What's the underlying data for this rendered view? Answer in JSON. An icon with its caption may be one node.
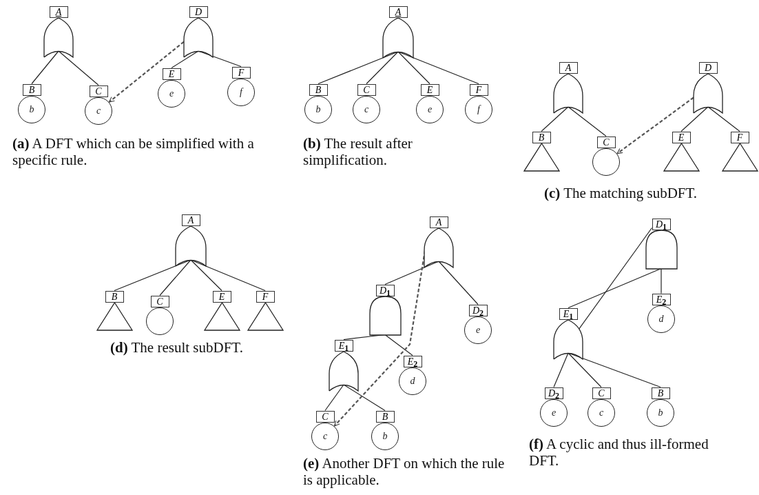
{
  "diagram": {
    "nodes": [
      {
        "text": [
          "A"
        ]
      },
      {
        "text": [
          "B",
          "b"
        ]
      },
      {
        "text": [
          "C",
          "c"
        ]
      },
      {
        "text": [
          "D"
        ]
      },
      {
        "text": [
          "E",
          "e"
        ]
      },
      {
        "text": [
          "F",
          "f"
        ]
      },
      {
        "text": [
          "A"
        ]
      },
      {
        "text": [
          "B",
          "b"
        ]
      },
      {
        "text": [
          "C",
          "c"
        ]
      },
      {
        "text": [
          "E",
          "e"
        ]
      },
      {
        "text": [
          "F",
          "f"
        ]
      },
      {
        "text": [
          "A"
        ]
      },
      {
        "text": [
          "B"
        ]
      },
      {
        "text": [
          "C"
        ]
      },
      {
        "text": [
          "D"
        ]
      },
      {
        "text": [
          "E"
        ]
      },
      {
        "text": [
          "F"
        ]
      },
      {
        "text": [
          "A"
        ]
      },
      {
        "text": [
          "B"
        ]
      },
      {
        "text": [
          "C"
        ]
      },
      {
        "text": [
          "E"
        ]
      },
      {
        "text": [
          "F"
        ]
      },
      {
        "text": [
          "A"
        ]
      },
      {
        "text": [
          "D$_{1}$"
        ]
      },
      {
        "text": [
          "D$_{2}$",
          "e"
        ]
      },
      {
        "text": [
          "E$_{1}$"
        ]
      },
      {
        "text": [
          "E$_{2}$",
          "d"
        ]
      },
      {
        "text": [
          "C",
          "c"
        ]
      },
      {
        "text": [
          "B",
          "b"
        ]
      },
      {
        "text": [
          "D$_{1}$"
        ]
      },
      {
        "text": [
          "E$_{1}$"
        ]
      },
      {
        "text": [
          "E$_{2}$",
          "d"
        ]
      },
      {
        "text": [
          "D$_{2}$",
          "e"
        ]
      },
      {
        "text": [
          "C",
          "c"
        ]
      },
      {
        "text": [
          "B",
          "b"
        ]
      }
    ],
    "edges": [
      {
        "from": 0,
        "to": 1,
        "arrow": "none"
      },
      {
        "from": 0,
        "to": 2,
        "arrow": "none"
      },
      {
        "from": 3,
        "to": 4,
        "arrow": "none"
      },
      {
        "from": 3,
        "to": 5,
        "arrow": "none"
      },
      {
        "from": 3,
        "to": 2,
        "arrow": "to",
        "style": "dashed"
      },
      {
        "from": 6,
        "to": 7,
        "arrow": "none"
      },
      {
        "from": 6,
        "to": 8,
        "arrow": "none"
      },
      {
        "from": 6,
        "to": 9,
        "arrow": "none"
      },
      {
        "from": 6,
        "to": 10,
        "arrow": "none"
      },
      {
        "from": 11,
        "to": 12,
        "arrow": "none"
      },
      {
        "from": 11,
        "to": 13,
        "arrow": "none"
      },
      {
        "from": 14,
        "to": 15,
        "arrow": "none"
      },
      {
        "from": 14,
        "to": 16,
        "arrow": "none"
      },
      {
        "from": 14,
        "to": 13,
        "arrow": "to",
        "style": "dashed"
      },
      {
        "from": 17,
        "to": 18,
        "arrow": "none"
      },
      {
        "from": 17,
        "to": 19,
        "arrow": "none"
      },
      {
        "from": 17,
        "to": 20,
        "arrow": "none"
      },
      {
        "from": 17,
        "to": 21,
        "arrow": "none"
      },
      {
        "from": 22,
        "to": 23,
        "arrow": "none"
      },
      {
        "from": 22,
        "to": 24,
        "arrow": "none"
      },
      {
        "from": 23,
        "to": 25,
        "arrow": "none"
      },
      {
        "from": 23,
        "to": 26,
        "arrow": "none"
      },
      {
        "from": 25,
        "to": 27,
        "arrow": "none"
      },
      {
        "from": 25,
        "to": 28,
        "arrow": "none"
      },
      {
        "from": 22,
        "to": 27,
        "arrow": "to",
        "style": "dashed"
      },
      {
        "from": 29,
        "to": 30,
        "arrow": "none"
      },
      {
        "from": 29,
        "to": 31,
        "arrow": "none"
      },
      {
        "from": 30,
        "to": 32,
        "arrow": "none"
      },
      {
        "from": 30,
        "to": 33,
        "arrow": "none"
      },
      {
        "from": 30,
        "to": 34,
        "arrow": "none"
      },
      {
        "from": 30,
        "to": 29,
        "arrow": "none"
      }
    ],
    "labels": [
      "**(a)** A DFT which can be simplified with a specific rule.",
      "**(b)** The result after simplification.",
      "**(c)** The matching subDFT.",
      "**(d)** The result subDFT.",
      "**(e)** Another DFT on which the rule is applicable.",
      "**(f)** A cyclic and thus ill-formed DFT."
    ]
  }
}
